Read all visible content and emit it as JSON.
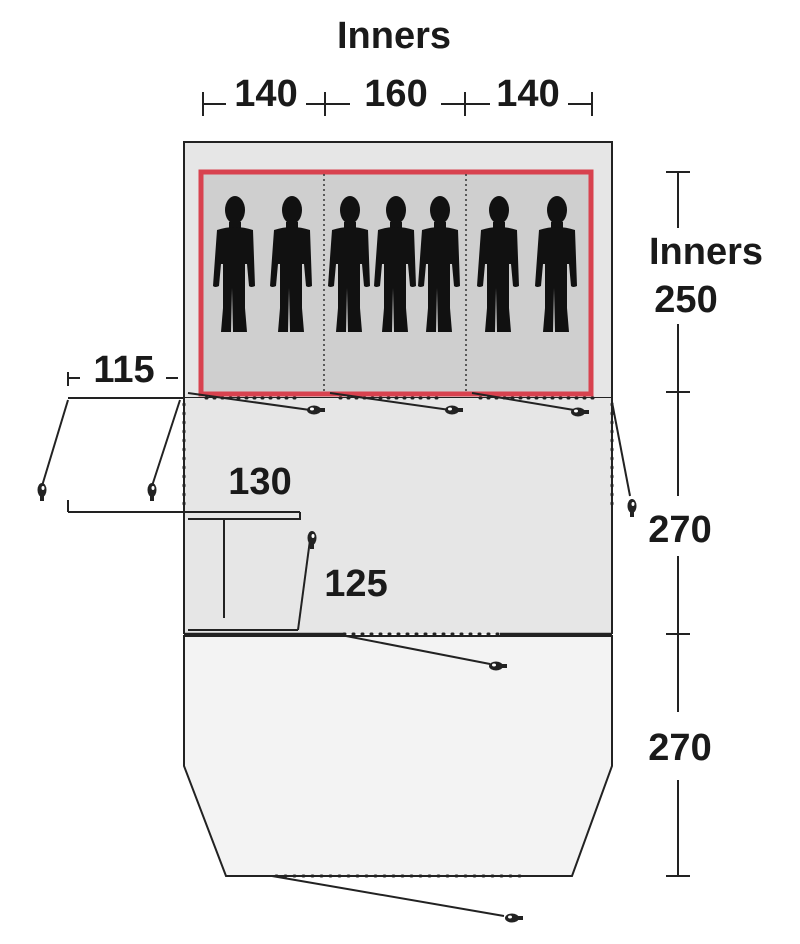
{
  "top_heading": "Inners",
  "top_widths": [
    "140",
    "160",
    "140"
  ],
  "side_heading": "Inners",
  "side_depths": [
    "250",
    "270",
    "270"
  ],
  "canopy_width": "115",
  "porch_width": "130",
  "porch_depth": "125",
  "colors": {
    "inner_border": "#d8424f",
    "inner_fill": "#cfcfcf",
    "living_fill": "#e6e6e6",
    "floor_fill": "#efefef",
    "line": "#222222",
    "silhouette": "#111111"
  },
  "icons": [
    "person-silhouette",
    "tent-peg-icon"
  ],
  "sleeping_capacity": 7
}
